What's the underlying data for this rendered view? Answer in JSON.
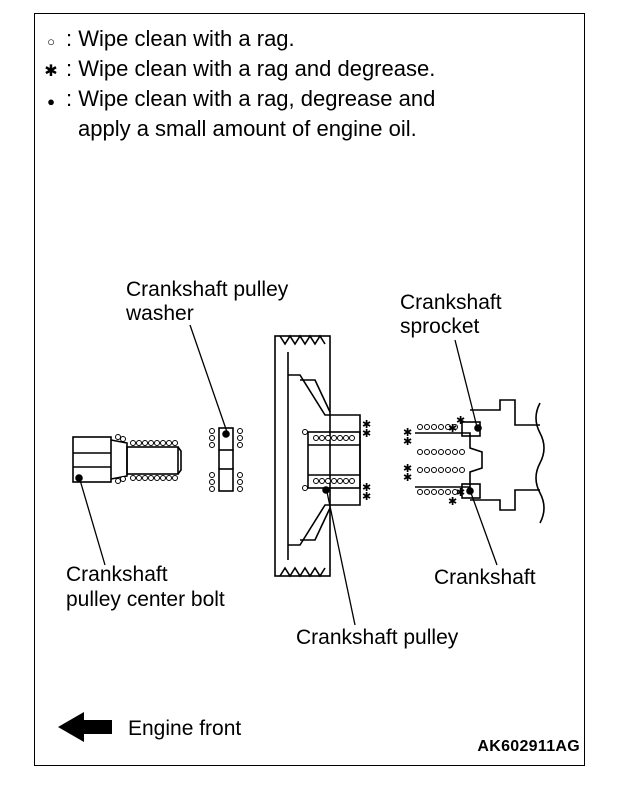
{
  "legend": [
    {
      "symbol_icon": "open-circle-icon",
      "glyph": "○",
      "text": ": Wipe clean with a rag."
    },
    {
      "symbol_icon": "asterisk-icon",
      "glyph": "✱",
      "text": ": Wipe clean with a rag and degrease."
    },
    {
      "symbol_icon": "filled-circle-icon",
      "glyph": "●",
      "text": ": Wipe clean with a rag, degrease and"
    },
    {
      "symbol_icon": "",
      "glyph": "",
      "text": "apply a small amount of engine oil."
    }
  ],
  "labels": {
    "washer_line1": "Crankshaft pulley",
    "washer_line2": "washer",
    "sprocket_line1": "Crankshaft",
    "sprocket_line2": "sprocket",
    "bolt_line1": "Crankshaft",
    "bolt_line2": "pulley center bolt",
    "crankshaft": "Crankshaft",
    "pulley": "Crankshaft pulley",
    "engine_front": "Engine front"
  },
  "figure_code": "AK602911AG",
  "colors": {
    "ink": "#000000",
    "paper": "#ffffff"
  }
}
